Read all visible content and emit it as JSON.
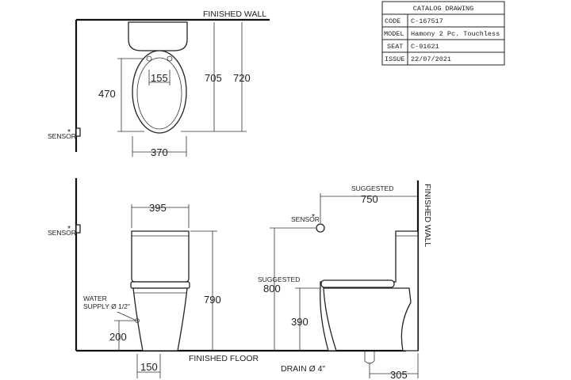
{
  "catalog": {
    "title": "CATALOG DRAWING",
    "rows": [
      {
        "key": "CODE",
        "value": "C-167517"
      },
      {
        "key": "MODEL",
        "value": "Hamony 2 Pc. Touchless"
      },
      {
        "key": "SEAT",
        "value": "C-91621"
      },
      {
        "key": "ISSUE",
        "value": "22/07/2021"
      }
    ]
  },
  "labels": {
    "finished_wall_top": "FINISHED WALL",
    "finished_wall_side": "FINISHED WALL",
    "finished_floor": "FINISHED FLOOR",
    "sensor": "SENSOR",
    "sensor_mark": "*",
    "water_supply_1": "WATER",
    "water_supply_2": "SUPPLY Ø 1/2\"",
    "suggested": "SUGGESTED",
    "drain": "DRAIN Ø 4\""
  },
  "dimensions": {
    "top_705": "705",
    "top_720": "720",
    "top_470": "470",
    "top_155": "155",
    "top_370": "370",
    "front_395": "395",
    "front_790": "790",
    "front_200": "200",
    "front_150": "150",
    "side_750": "750",
    "side_800": "800",
    "side_390": "390",
    "side_305": "305"
  },
  "colors": {
    "line": "#222222",
    "background": "#ffffff"
  }
}
